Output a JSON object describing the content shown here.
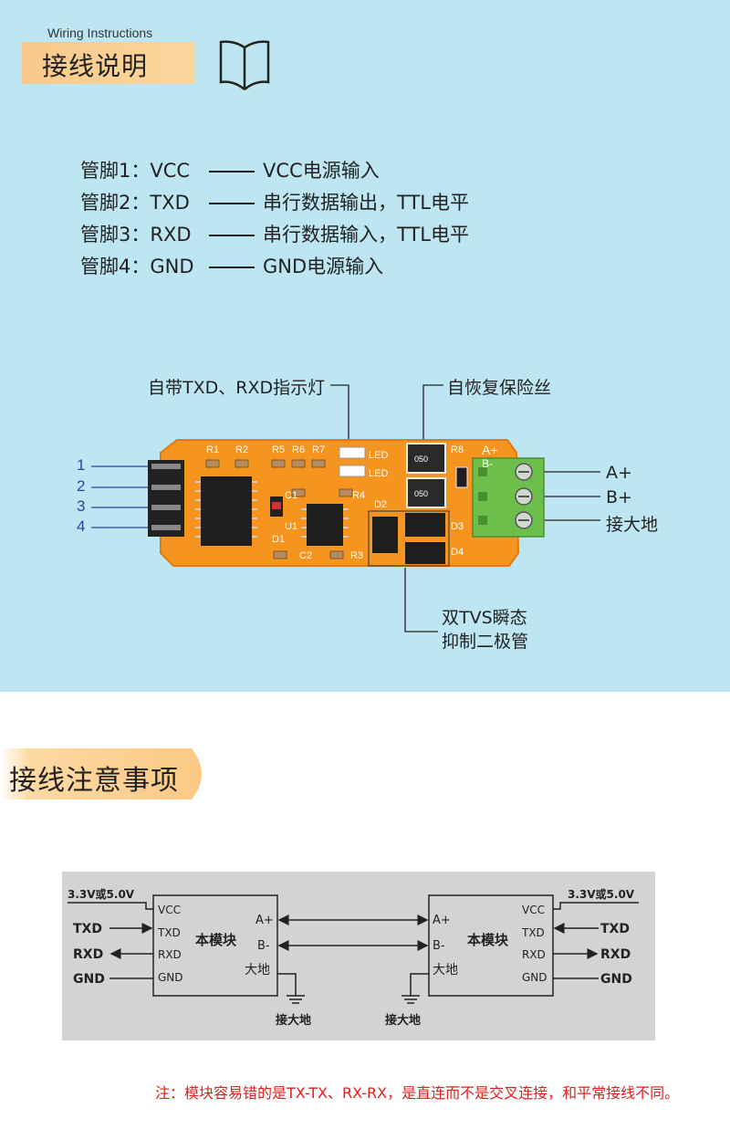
{
  "header": {
    "subtitle_en": "Wiring Instructions",
    "title": "接线说明"
  },
  "pins": [
    {
      "label": "管脚1：VCC",
      "desc": "VCC电源输入"
    },
    {
      "label": "管脚2：TXD",
      "desc": "串行数据输出，TTL电平"
    },
    {
      "label": "管脚3：RXD",
      "desc": "串行数据输入，TTL电平"
    },
    {
      "label": "管脚4：GND",
      "desc": "GND电源输入"
    }
  ],
  "board": {
    "callout_leds": "自带TXD、RXD指示灯",
    "callout_fuse": "自恢复保险丝",
    "callout_tvs_line1": "双TVS瞬态",
    "callout_tvs_line2": "抑制二极管",
    "pin_numbers": [
      "1",
      "2",
      "3",
      "4"
    ],
    "terminal_a": "A+",
    "terminal_b": "B+",
    "terminal_gnd": "接大地",
    "silk": {
      "r1": "R1",
      "r2": "R2",
      "r5": "R5",
      "r6": "R6",
      "r7": "R7",
      "r8": "R8",
      "r4": "R4",
      "r3": "R3",
      "c1": "C1",
      "c2": "C2",
      "d1": "D1",
      "d2": "D2",
      "d3": "D3",
      "d4": "D4",
      "u1": "U1",
      "led": "LED",
      "a_plus": "A+",
      "b": "B-",
      "fuse_text": "050"
    }
  },
  "section2": {
    "title": "接线注意事项"
  },
  "diagram": {
    "supply_left": "3.3V或5.0V",
    "supply_right": "3.3V或5.0V",
    "module": "本模块",
    "vcc": "VCC",
    "txd": "TXD",
    "rxd": "RXD",
    "gnd": "GND",
    "a_plus": "A+",
    "b_minus": "B-",
    "earth": "大地",
    "earth_label": "接大地"
  },
  "note": "注：模块容易错的是TX-TX、RX-RX，是直连而不是交叉连接，和平常接线不同。",
  "colors": {
    "top_bg": "#bee6f2",
    "banner": "#fbd69d",
    "board_orange": "#f5941e",
    "terminal_green": "#6cbf4a",
    "note_red": "#e0201c",
    "pin_blue": "#3040a0"
  }
}
